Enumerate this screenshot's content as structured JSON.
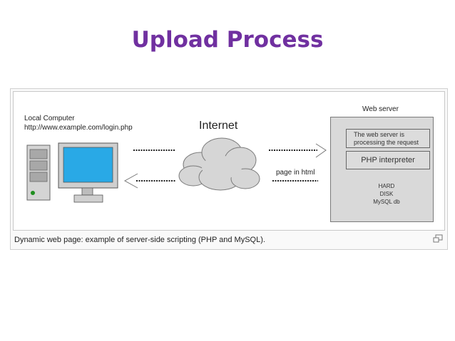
{
  "slide": {
    "title": "Upload Process"
  },
  "diagram": {
    "local_label": "Local Computer",
    "local_url": "http://www.example.com/login.php",
    "internet_label": "Internet",
    "server_label": "Web server",
    "server_note_line1": "The web server is",
    "server_note_line2": "processing the request",
    "php_label": "PHP interpreter",
    "disk_line1": "HARD",
    "disk_line2": "DISK",
    "disk_line3": "MySQL db",
    "page_label": "page in html",
    "caption": "Dynamic web page: example of server-side scripting (PHP and MySQL)."
  },
  "colors": {
    "title": "#7030a0",
    "disk": "#ff0000",
    "monitor_screen": "#29a9e6"
  }
}
